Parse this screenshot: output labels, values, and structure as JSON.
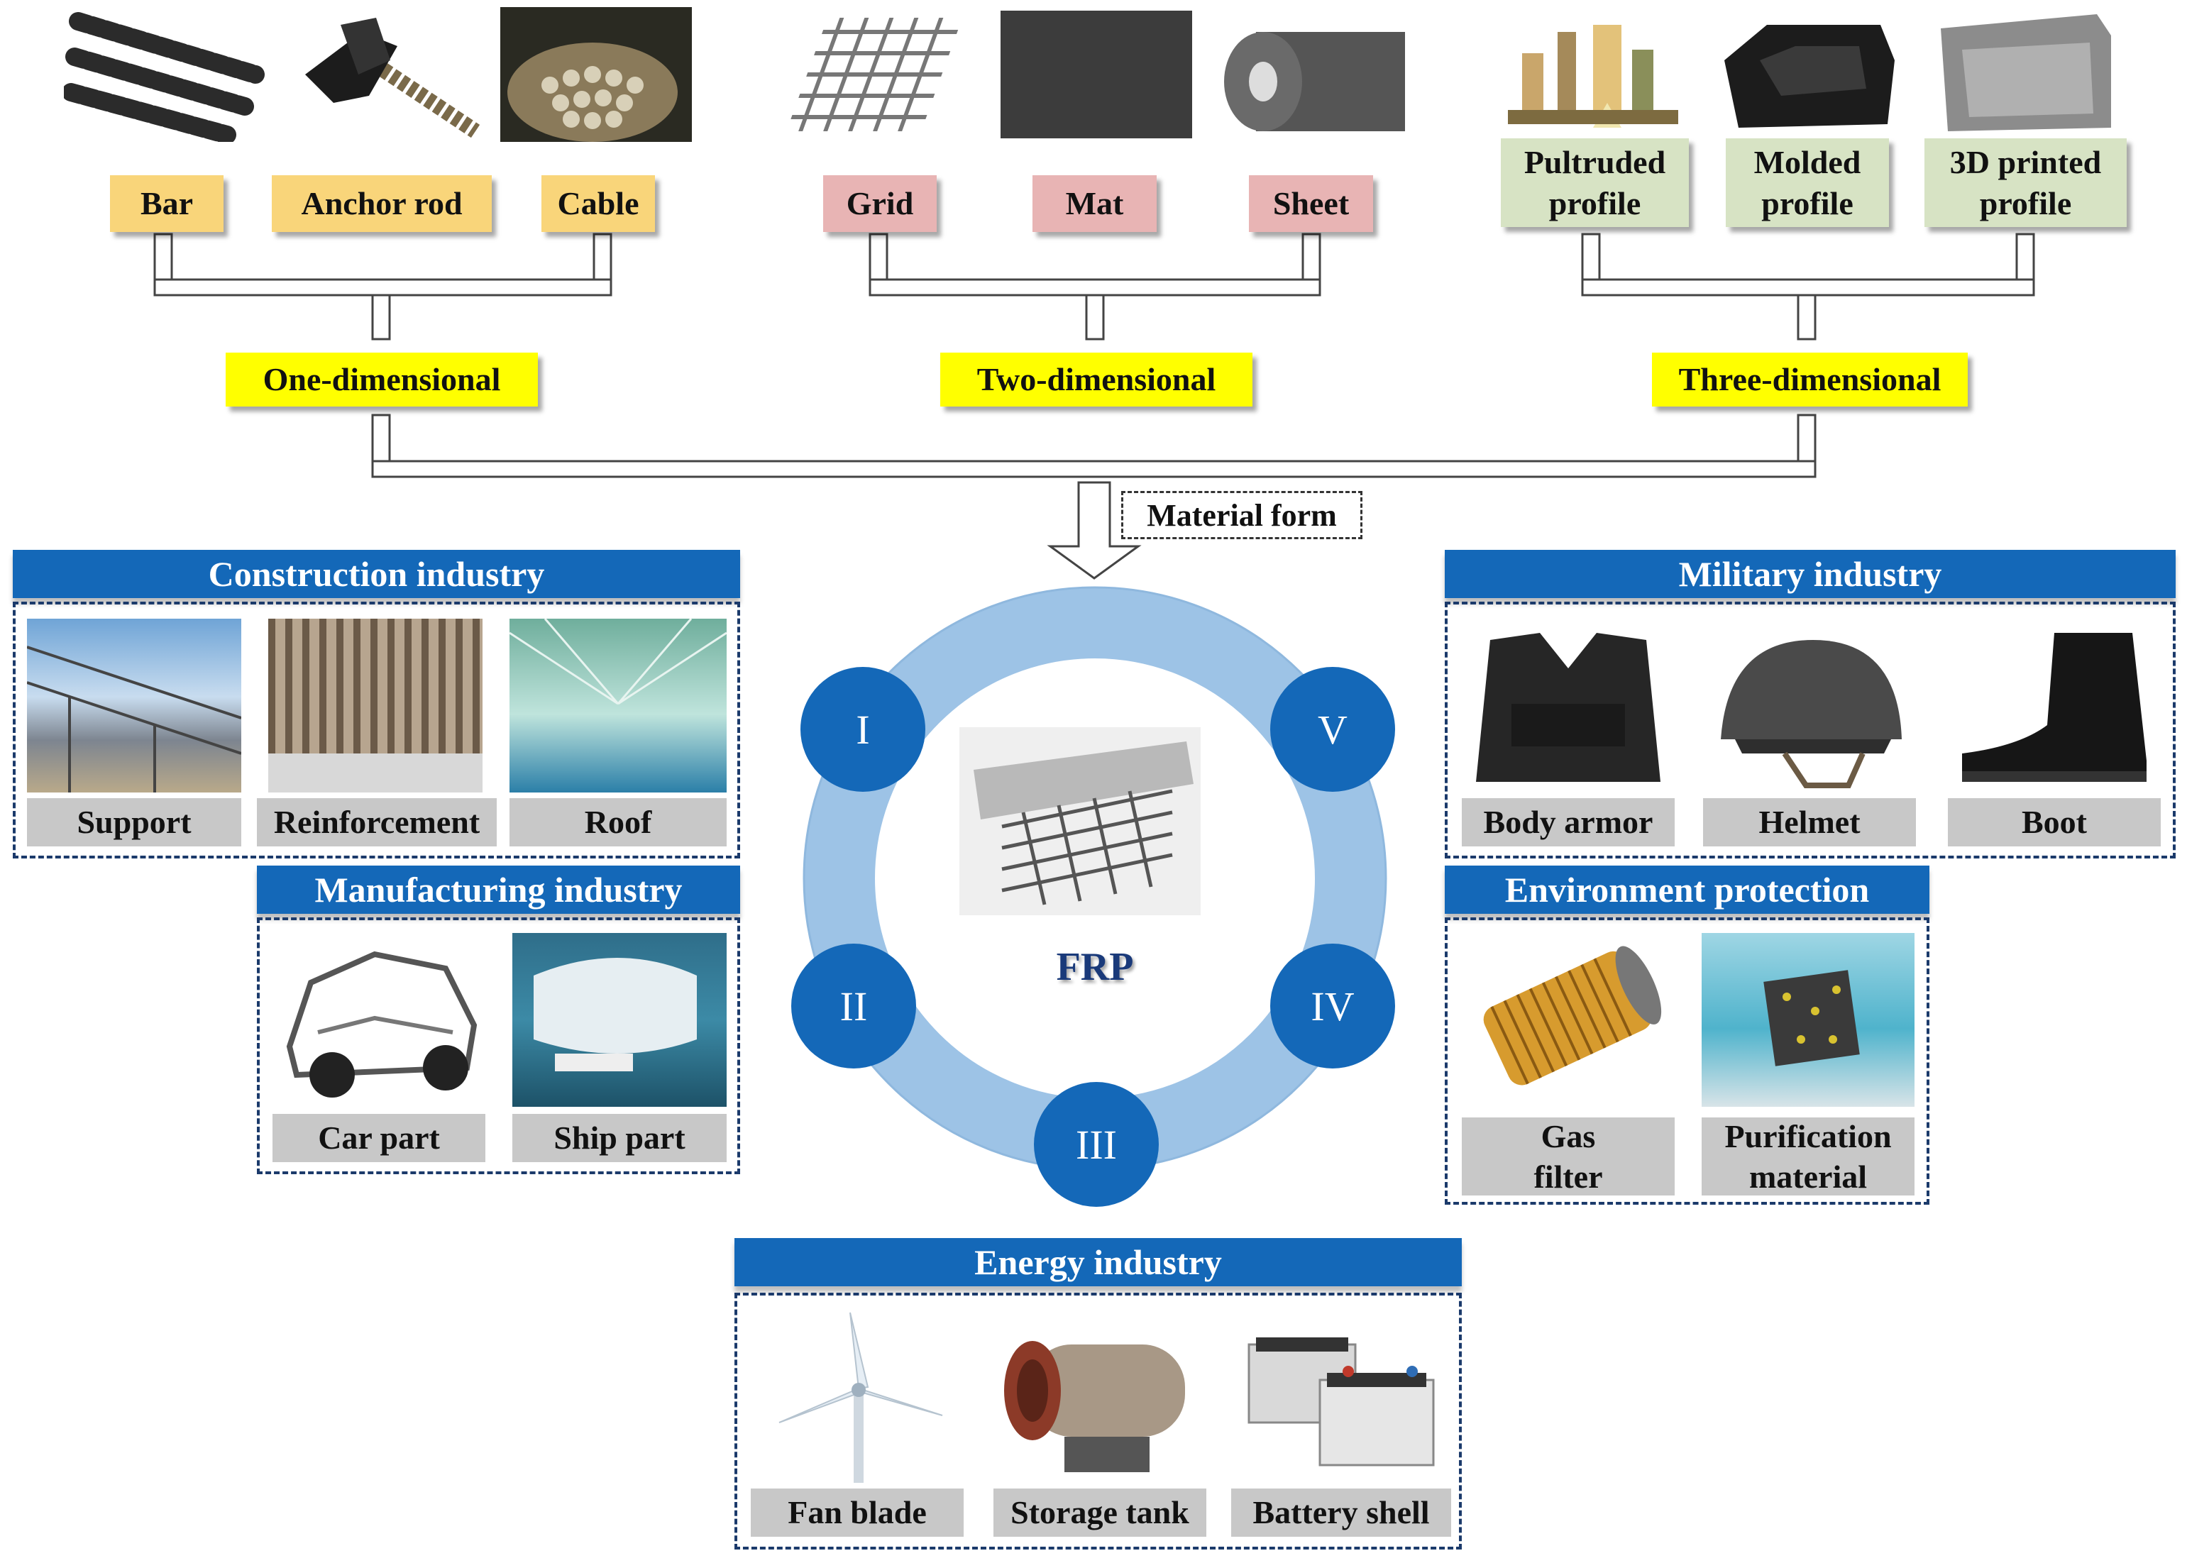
{
  "material_forms": {
    "one_dim": {
      "items": [
        "Bar",
        "Anchor rod",
        "Cable"
      ],
      "category": "One-dimensional"
    },
    "two_dim": {
      "items": [
        "Grid",
        "Mat",
        "Sheet"
      ],
      "category": "Two-dimensional"
    },
    "three_dim": {
      "items": [
        "Pultruded profile",
        "Molded profile",
        "3D printed profile"
      ],
      "category": "Three-dimensional"
    },
    "caption": "Material form"
  },
  "center": {
    "label": "FRP",
    "numerals": [
      "I",
      "II",
      "III",
      "IV",
      "V"
    ]
  },
  "industries": {
    "construction": {
      "title": "Construction industry",
      "items": [
        "Support",
        "Reinforcement",
        "Roof"
      ]
    },
    "manufacturing": {
      "title": "Manufacturing industry",
      "items": [
        "Car part",
        "Ship part"
      ]
    },
    "military": {
      "title": "Military industry",
      "items": [
        "Body armor",
        "Helmet",
        "Boot"
      ]
    },
    "environment": {
      "title": "Environment protection",
      "items": [
        "Gas filter",
        "Purification material"
      ]
    },
    "energy": {
      "title": "Energy industry",
      "items": [
        "Fan blade",
        "Storage tank",
        "Battery shell"
      ]
    }
  },
  "colors": {
    "blue": "#1468b8",
    "ring": "#9dc3e6",
    "one_dim_label": "#f9d57a",
    "two_dim_label": "#e8b4b4",
    "three_dim_label": "#d7e3c4",
    "category_label": "#ffff00",
    "caption_gray": "#c8c8c8"
  }
}
